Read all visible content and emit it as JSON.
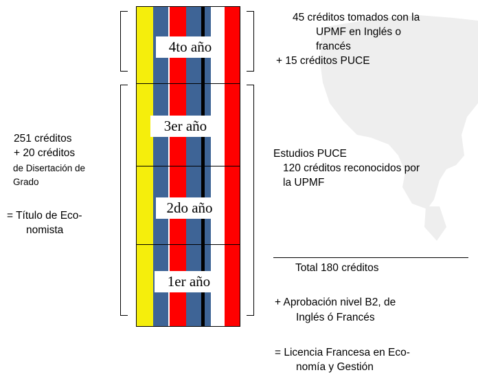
{
  "colors": {
    "yellow": "#f5ee0c",
    "blue": "#3e6496",
    "red": "#ff0000",
    "black": "#000000",
    "white": "#ffffff",
    "map_gray": "#eeeeee"
  },
  "years": {
    "y4": "4to año",
    "y3": "3er año",
    "y2": "2do año",
    "y1": "1er año"
  },
  "left_text": {
    "l1": "251 créditos",
    "l2": "+ 20 créditos",
    "l3": "de Disertación de",
    "l4": "Grado",
    "l5": "= Título de Eco-",
    "l6": "nomista"
  },
  "right_text": {
    "t1a": "45  créditos tomados con la",
    "t1b": "UPMF  en Inglés o",
    "t1c": "francés",
    "t2": "+  15  créditos PUCE",
    "t3": "Estudios  PUCE",
    "t4a": "120 créditos reconocidos por",
    "t4b": "la UPMF",
    "t5": "Total 180 créditos",
    "t6a": "+    Aprobación nivel B2, de",
    "t6b": "Inglés ó Francés",
    "t7a": "=    Licencia Francesa en Eco-",
    "t7b": "nomía y Gestión"
  }
}
